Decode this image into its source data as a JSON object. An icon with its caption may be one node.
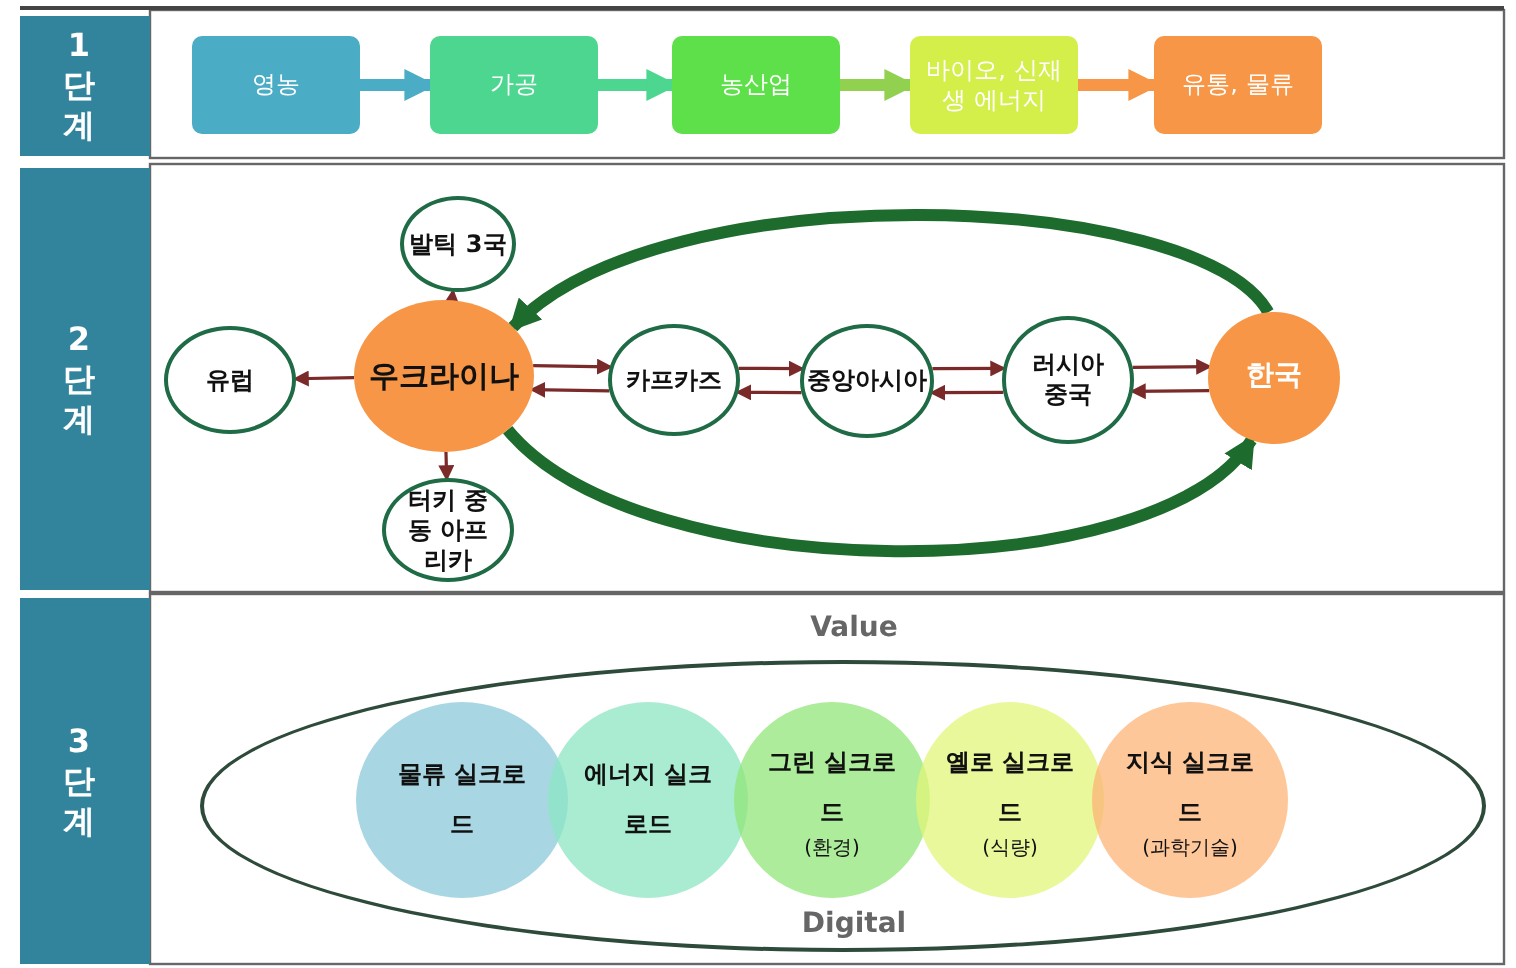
{
  "diagram": {
    "nodes": [
      {
        "text": [
          "1 단계"
        ]
      },
      {
        "text": [
          "영농"
        ]
      },
      {
        "text": [
          "가공"
        ]
      },
      {
        "text": [
          "농산업"
        ]
      },
      {
        "text": [
          "바이오, 신재생 에너지"
        ]
      },
      {
        "text": [
          "유통, 물류"
        ]
      },
      {
        "text": [
          "2 단계"
        ]
      },
      {
        "text": [
          "발틱 3국"
        ]
      },
      {
        "text": [
          "유럽"
        ]
      },
      {
        "text": [
          "우크라이나"
        ]
      },
      {
        "text": [
          "카프카즈"
        ]
      },
      {
        "text": [
          "중앙아시아"
        ]
      },
      {
        "text": [
          "러시아 중국"
        ]
      },
      {
        "text": [
          "한국"
        ]
      },
      {
        "text": [
          "터키 중동 아프리카"
        ]
      },
      {
        "text": [
          "3 단계"
        ]
      },
      {
        "text": [],
        "shape": "ellipse"
      },
      {
        "text": [
          "물류 실크로드"
        ],
        "in": 16
      },
      {
        "text": [
          "에너지 실크로드"
        ],
        "in": 16
      },
      {
        "text": [
          "그린 실크로드",
          "(환경)"
        ],
        "in": 16
      },
      {
        "text": [
          "옐로 실크로드",
          "(식량)"
        ],
        "in": 16
      },
      {
        "text": [
          "지식 실크로드",
          "(과학기술)"
        ],
        "in": 16
      }
    ],
    "edges": [
      {
        "from": 1,
        "to": 2,
        "arrow": "to",
        "style": "thick",
        "color": "#4bacc6"
      },
      {
        "from": 2,
        "to": 3,
        "arrow": "to",
        "style": "thick",
        "color": "#4cd68f"
      },
      {
        "from": 3,
        "to": 4,
        "arrow": "to",
        "style": "thick",
        "color": "#92d050"
      },
      {
        "from": 4,
        "to": 5,
        "arrow": "to",
        "style": "thick",
        "color": "#f79646"
      },
      {
        "from": 9,
        "to": 7,
        "arrow": "to"
      },
      {
        "from": 9,
        "to": 8,
        "arrow": "to"
      },
      {
        "from": 9,
        "to": 14,
        "arrow": "to"
      },
      {
        "from": 9,
        "to": 10,
        "arrow": "to"
      },
      {
        "from": 10,
        "to": 9,
        "arrow": "to"
      },
      {
        "from": 10,
        "to": 11,
        "arrow": "to"
      },
      {
        "from": 11,
        "to": 10,
        "arrow": "to"
      },
      {
        "from": 11,
        "to": 12,
        "arrow": "to"
      },
      {
        "from": 12,
        "to": 11,
        "arrow": "to"
      },
      {
        "from": 12,
        "to": 13,
        "arrow": "to"
      },
      {
        "from": 13,
        "to": 12,
        "arrow": "to"
      },
      {
        "from": 13,
        "to": 9,
        "arrow": "to",
        "style": "thick",
        "color": "#1e6b2e"
      },
      {
        "from": 9,
        "to": 13,
        "arrow": "to",
        "style": "thick",
        "color": "#1e6b2e"
      }
    ],
    "labels": [
      "Value",
      "Digital"
    ]
  }
}
